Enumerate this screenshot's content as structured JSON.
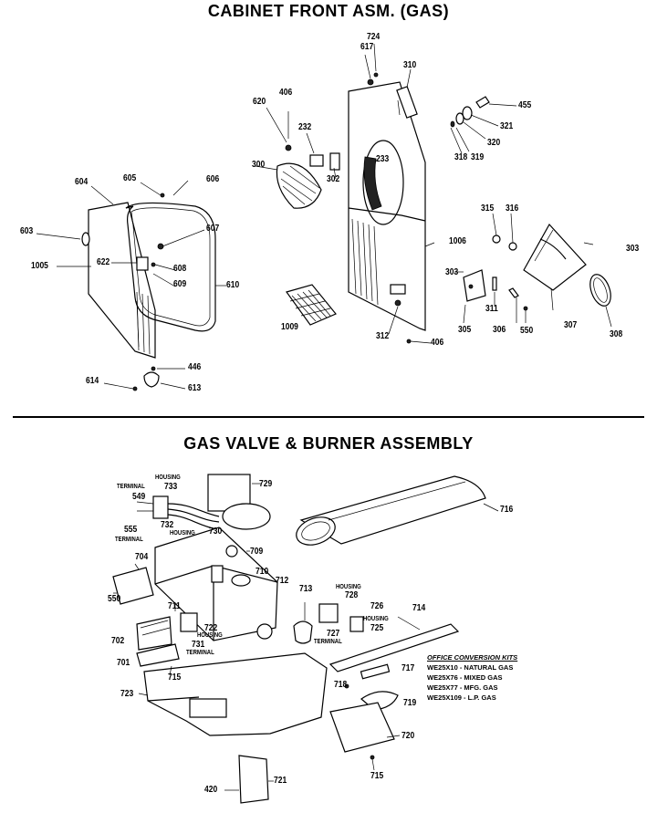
{
  "titles": {
    "cabinet": "CABINET FRONT ASM. (GAS)",
    "gas": "GAS VALVE & BURNER ASSEMBLY"
  },
  "cabinet_labels": {
    "l617": "617",
    "l724": "724",
    "l310": "310",
    "l455": "455",
    "l620": "620",
    "l406a": "406",
    "l232": "232",
    "l321": "321",
    "l320": "320",
    "l319": "319",
    "l318": "318",
    "l300": "300",
    "l302": "302",
    "l233": "233",
    "l605": "605",
    "l606": "606",
    "l604": "604",
    "l607": "607",
    "l603": "603",
    "l1005": "1005",
    "l622": "622",
    "l608": "608",
    "l609": "609",
    "l610": "610",
    "l1006": "1006",
    "l315": "315",
    "l316": "316",
    "l303a": "303",
    "l303b": "303",
    "l311": "311",
    "l305": "305",
    "l306": "306",
    "l550a": "550",
    "l307": "307",
    "l308": "308",
    "l1009": "1009",
    "l312": "312",
    "l406b": "406",
    "l446": "446",
    "l614": "614",
    "l613": "613"
  },
  "gas_labels": {
    "terminal_a": "TERMINAL",
    "housing_a": "HOUSING",
    "l733": "733",
    "l729": "729",
    "l549": "549",
    "l555": "555",
    "terminal_b": "TERMINAL",
    "l732": "732",
    "housing_b": "HOUSING",
    "l730": "730",
    "l716": "716",
    "l709": "709",
    "l704": "704",
    "l710": "710",
    "l712": "712",
    "housing_c": "HOUSING",
    "l728": "728",
    "l713": "713",
    "l714": "714",
    "l550b": "550",
    "l711": "711",
    "l726": "726",
    "housing_d": "HOUSING",
    "l725": "725",
    "l722": "722",
    "housing_e": "HOUSING",
    "l702": "702",
    "l731": "731",
    "terminal_c": "TERMINAL",
    "l727": "727",
    "terminal_d": "TERMINAL",
    "l701": "701",
    "l717": "717",
    "l715a": "715",
    "l723": "723",
    "l718": "718",
    "l719": "719",
    "l720": "720",
    "l715b": "715",
    "l420": "420",
    "l721": "721"
  },
  "conversion_kits": {
    "title": "OFFICE CONVERSION KITS",
    "rows": [
      "WE25X10 - NATURAL GAS",
      "WE25X76 - MIXED GAS",
      "WE25X77 - MFG. GAS",
      "WE25X109 - L.P. GAS"
    ]
  }
}
